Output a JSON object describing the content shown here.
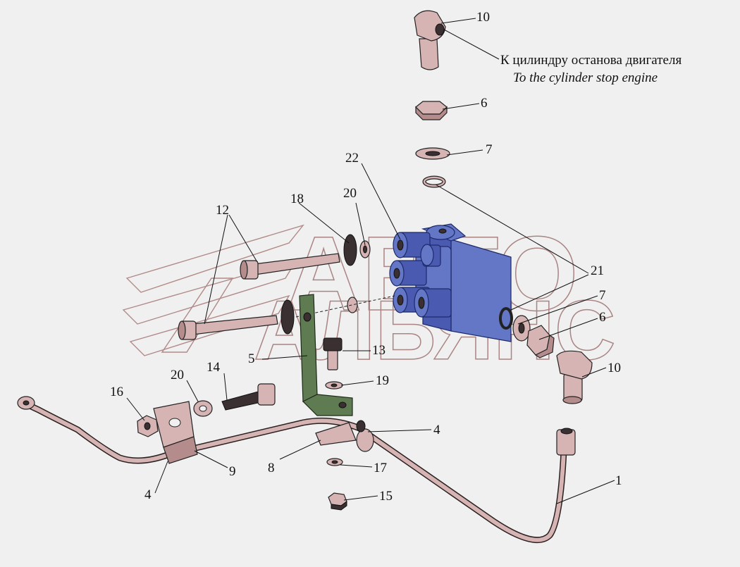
{
  "note": {
    "ru": "К цилиндру останова двигателя",
    "en": "To the cylinder stop  engine"
  },
  "watermark": {
    "line1": "АВТО",
    "line2": "АЛЬЯНС"
  },
  "labels": {
    "l1": "1",
    "l4a": "4",
    "l4b": "4",
    "l5": "5",
    "l6a": "6",
    "l6b": "6",
    "l7a": "7",
    "l7b": "7",
    "l8": "8",
    "l9": "9",
    "l10a": "10",
    "l10b": "10",
    "l12": "12",
    "l13": "13",
    "l14": "14",
    "l15": "15",
    "l16": "16",
    "l17": "17",
    "l18": "18",
    "l19": "19",
    "l20a": "20",
    "l20b": "20",
    "l21": "21",
    "l22": "22"
  },
  "colors": {
    "background": "#f0f0f0",
    "part_pink": "#d7b4b4",
    "valve_blue": "#6477c6",
    "bracket_green": "#5f7b52",
    "watermark": "#a98584"
  }
}
